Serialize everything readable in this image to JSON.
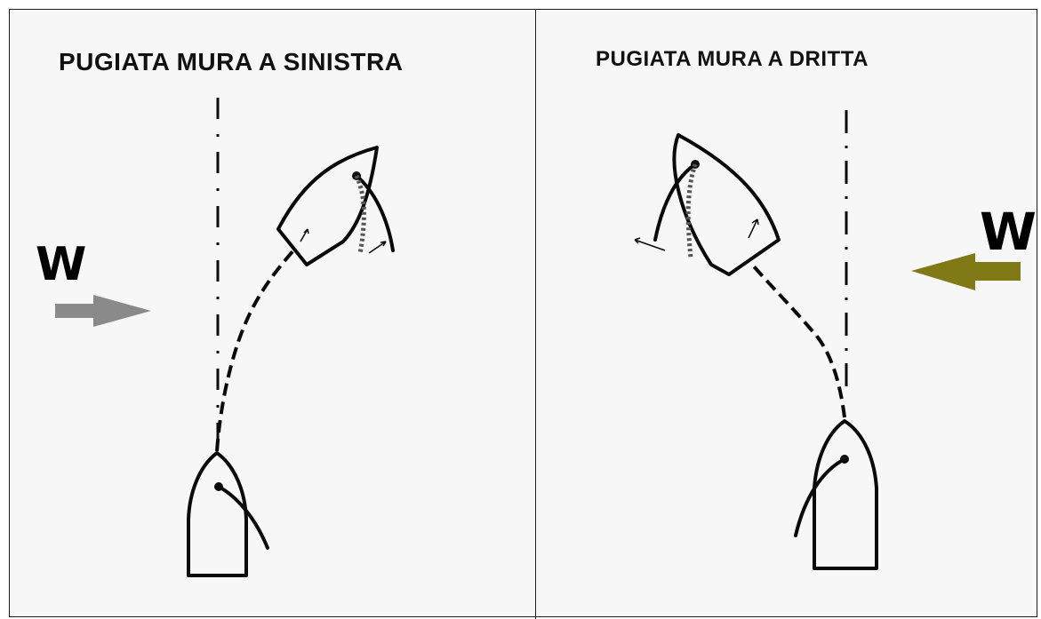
{
  "panels": [
    {
      "title": "PUGIATA MURA A SINISTRA",
      "wind_label": "W",
      "wind_arrow_color": "#8a8a8a",
      "wind_arrow_direction": "right"
    },
    {
      "title": "PUGIATA MURA A DRITTA",
      "wind_label": "W",
      "wind_arrow_color": "#7f7a16",
      "wind_arrow_direction": "left"
    }
  ],
  "colors": {
    "line": "#0a0a0a",
    "frame": "#1a1a1a",
    "background": "#f7f7f7"
  }
}
